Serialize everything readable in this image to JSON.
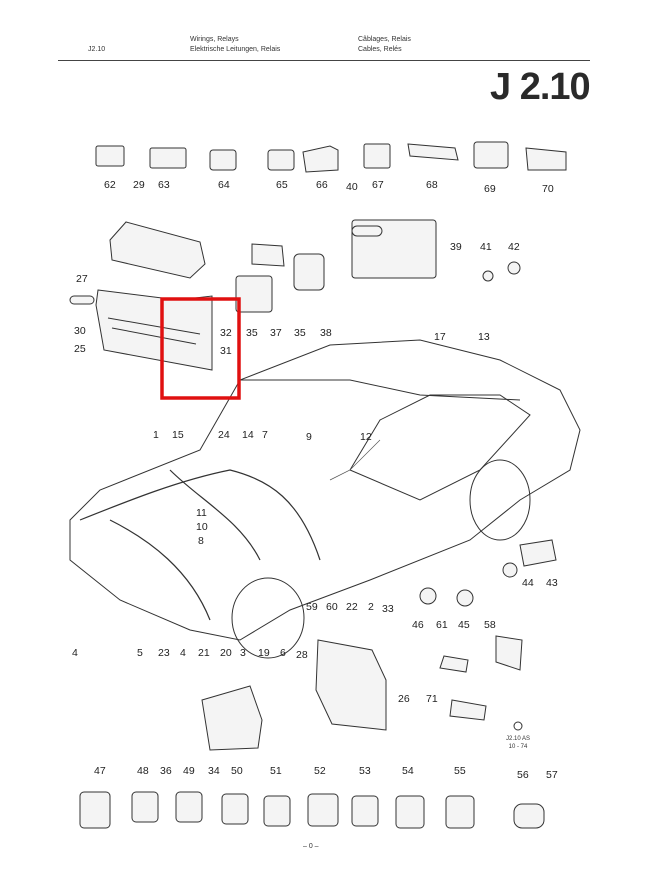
{
  "header": {
    "code": "J2.10",
    "title_en": "Wirings, Relays",
    "title_de": "Elektrische Leitungen, Relais",
    "title_fr": "Câblages, Relais",
    "title_es": "Cables, Relés"
  },
  "big_code": "J 2.10",
  "ref_mark": "J2.10 AS\n10-74",
  "ref_code": "J2.10 AS",
  "ref_date": "10 - 74",
  "page_number": "– 0 –",
  "highlight_color": "#e01010",
  "callouts": [
    "62",
    "29",
    "63",
    "64",
    "65",
    "66",
    "67",
    "68",
    "69",
    "70",
    "40",
    "39",
    "41",
    "42",
    "27",
    "30",
    "25",
    "32",
    "31",
    "35",
    "37",
    "35",
    "38",
    "17",
    "13",
    "1",
    "15",
    "24",
    "14",
    "7",
    "9",
    "12",
    "11",
    "10",
    "8",
    "44",
    "43",
    "59",
    "60",
    "22",
    "2",
    "33",
    "46",
    "61",
    "45",
    "58",
    "4",
    "5",
    "23",
    "4",
    "21",
    "20",
    "3",
    "19",
    "6",
    "28",
    "26",
    "71",
    "47",
    "48",
    "36",
    "49",
    "34",
    "50",
    "51",
    "52",
    "53",
    "54",
    "55",
    "56",
    "57"
  ]
}
